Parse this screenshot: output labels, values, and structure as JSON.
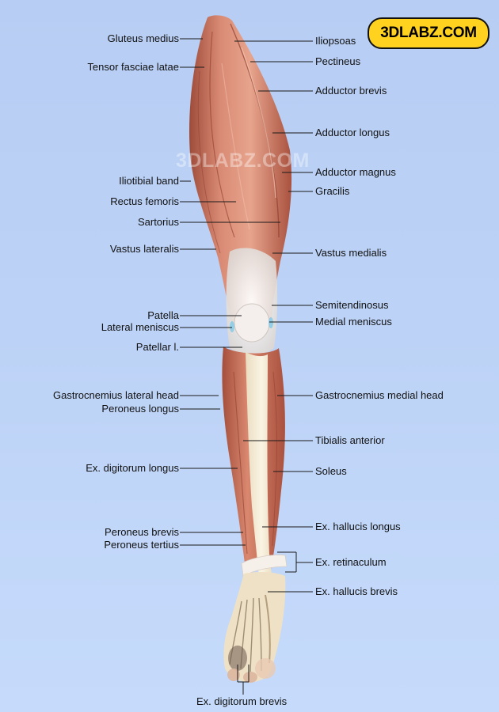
{
  "logo_text": "3DLABZ.COM",
  "watermark_text": "3DLABZ.COM",
  "colors": {
    "background": "#bcd2f6",
    "muscle": "#c9735e",
    "muscle_dark": "#8f3e2f",
    "tendon": "#f1e9d4",
    "logo_fill": "#ffd21f",
    "leader_line": "#1a1a1a"
  },
  "labels_left": [
    "Gluteus medius",
    "Tensor fasciae latae",
    "Iliotibial band",
    "Rectus femoris",
    "Sartorius",
    "Vastus lateralis",
    "Patella",
    "Lateral meniscus",
    "Patellar l.",
    "Gastrocnemius lateral head",
    "Peroneus longus",
    "Ex. digitorum longus",
    "Peroneus brevis",
    "Peroneus tertius"
  ],
  "labels_right": [
    "Iliopsoas",
    "Pectineus",
    "Adductor brevis",
    "Adductor longus",
    "Adductor magnus",
    "Gracilis",
    "Vastus medialis",
    "Semitendinosus",
    "Medial meniscus",
    "Gastrocnemius medial head",
    "Tibialis anterior",
    "Soleus",
    "Ex. hallucis longus",
    "Ex. retinaculum",
    "Ex. hallucis brevis"
  ],
  "label_bottom": "Ex. digitorum brevis"
}
